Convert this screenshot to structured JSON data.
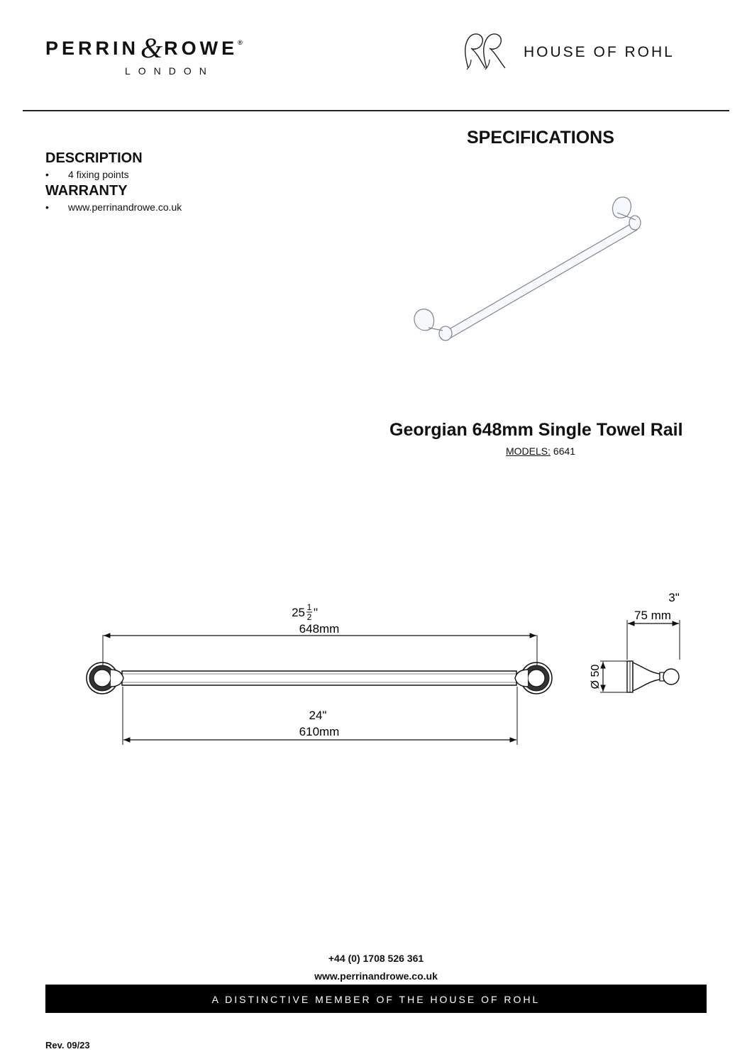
{
  "header": {
    "brand_name": "PERRIN",
    "brand_amp": "&",
    "brand_name2": "ROWE",
    "brand_reg": "®",
    "brand_sub": "LONDON",
    "house_monogram": "RR",
    "house_name": "HOUSE OF ROHL"
  },
  "page": {
    "title": "SPECIFICATIONS"
  },
  "description": {
    "heading": "DESCRIPTION",
    "items": [
      "4 fixing points"
    ]
  },
  "warranty": {
    "heading": "WARRANTY",
    "items": [
      "www.perrinandrowe.co.uk"
    ]
  },
  "bullet_glyph": "•",
  "product": {
    "name": "Georgian 648mm Single Towel Rail",
    "models_label": "MODELS:",
    "models_value": "6641"
  },
  "drawing": {
    "overall_whole": "25",
    "overall_num": "1",
    "overall_den": "2",
    "overall_inch_mark": "\"",
    "overall_mm": "648mm",
    "inner_in": "24\"",
    "inner_mm": "610mm",
    "projection_in": "3\"",
    "projection_mm": "75 mm",
    "diameter": "Ø 50"
  },
  "footer": {
    "phone": "+44 (0) 1708 526 361",
    "website": "www.perrinandrowe.co.uk",
    "tagline": "A DISTINCTIVE MEMBER OF THE HOUSE OF ROHL",
    "revision": "Rev. 09/23"
  }
}
